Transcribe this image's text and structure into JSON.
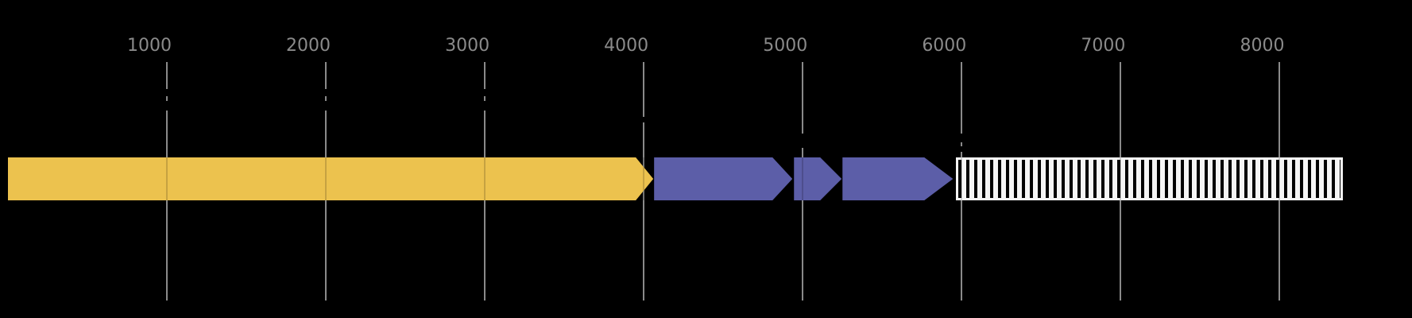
{
  "page": {
    "background_color": "#000000"
  },
  "chart_data": {
    "type": "gene-feature-map",
    "title": "",
    "orientation": "horizontal",
    "description": "Genomic feature map: one long yellow rightward gene arrow, three purple rightward gene arrows, and a white box with vertical black hatching, drawn over a gray coordinate ruler with vertical gridlines.",
    "axis": {
      "unit": "sequence position",
      "min": 0,
      "max": 8830,
      "grid": true,
      "tick_position": "top",
      "ticks": [
        1000,
        2000,
        3000,
        4000,
        5000,
        6000,
        7000,
        8000
      ],
      "tick_labels": [
        "1000",
        "2000",
        "3000",
        "4000",
        "5000",
        "6000",
        "7000",
        "8000"
      ],
      "label_color": "#8a8a8a",
      "line_color": "#8a8a8a"
    },
    "features": [
      {
        "id": "feature-1",
        "shape": "arrow",
        "direction": "right",
        "start": 0,
        "end": 4060,
        "arrowhead_length": 110,
        "color": "#ECC24E"
      },
      {
        "id": "feature-2",
        "shape": "arrow",
        "direction": "right",
        "start": 4065,
        "end": 4935,
        "arrowhead_length": 125,
        "color": "#5C5EA8"
      },
      {
        "id": "feature-3",
        "shape": "arrow",
        "direction": "right",
        "start": 4945,
        "end": 5245,
        "arrowhead_length": 135,
        "color": "#5C5EA8"
      },
      {
        "id": "feature-4",
        "shape": "arrow",
        "direction": "right",
        "start": 5250,
        "end": 5945,
        "arrowhead_length": 180,
        "color": "#5C5EA8"
      },
      {
        "id": "feature-5",
        "shape": "hatched-box",
        "direction": "none",
        "start": 5965,
        "end": 8400,
        "face_color": "#F5F5F5",
        "hatch": "vertical-stripes",
        "hatch_color": "#000000"
      }
    ]
  }
}
